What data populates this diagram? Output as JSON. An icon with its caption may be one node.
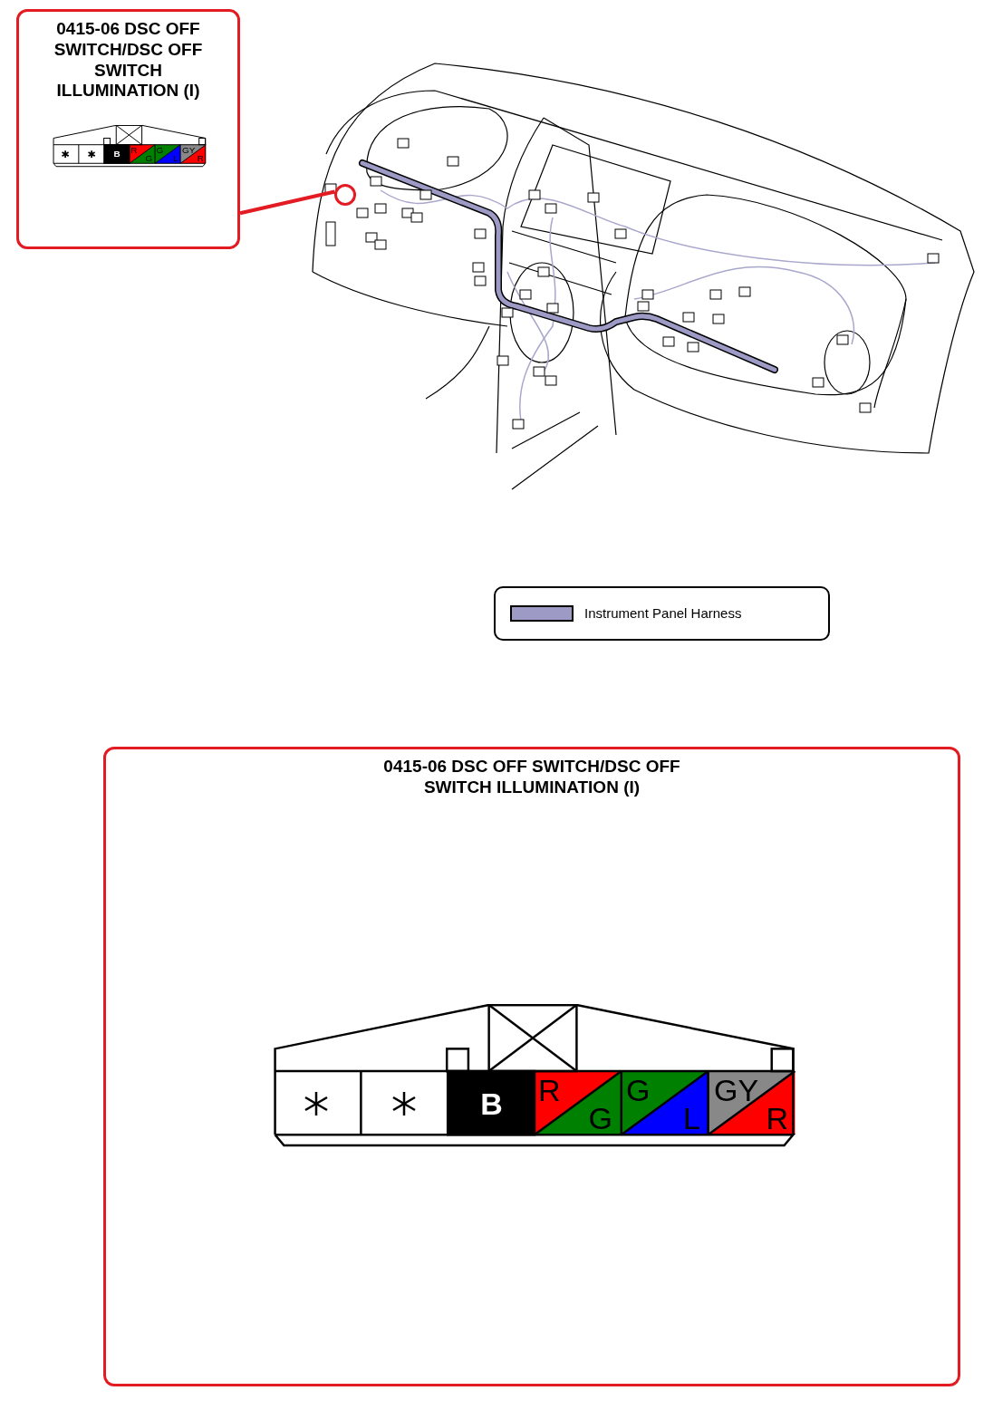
{
  "diagram": {
    "nodes": [
      {
        "text": [
          "0415-06 DSC OFF SWITCH/DSC OFF SWITCH ILLUMINATION (I)"
        ]
      },
      {
        "text": [],
        "shape": "circle"
      },
      {
        "text": [
          "0415-06 DSC OFF SWITCH/DSC OFF SWITCH ILLUMINATION (I)"
        ]
      }
    ],
    "edges": [
      {
        "from": 0,
        "to": 1,
        "arrow": "none",
        "color": "#e31b23"
      }
    ],
    "labels": [
      "B",
      "R",
      "G",
      "G",
      "L",
      "GY",
      "R",
      "B",
      "R",
      "G",
      "G",
      "L",
      "GY",
      "R"
    ],
    "legend": [
      {
        "text": "Instrument Panel Harness",
        "color": "#9d9bc5"
      }
    ]
  }
}
